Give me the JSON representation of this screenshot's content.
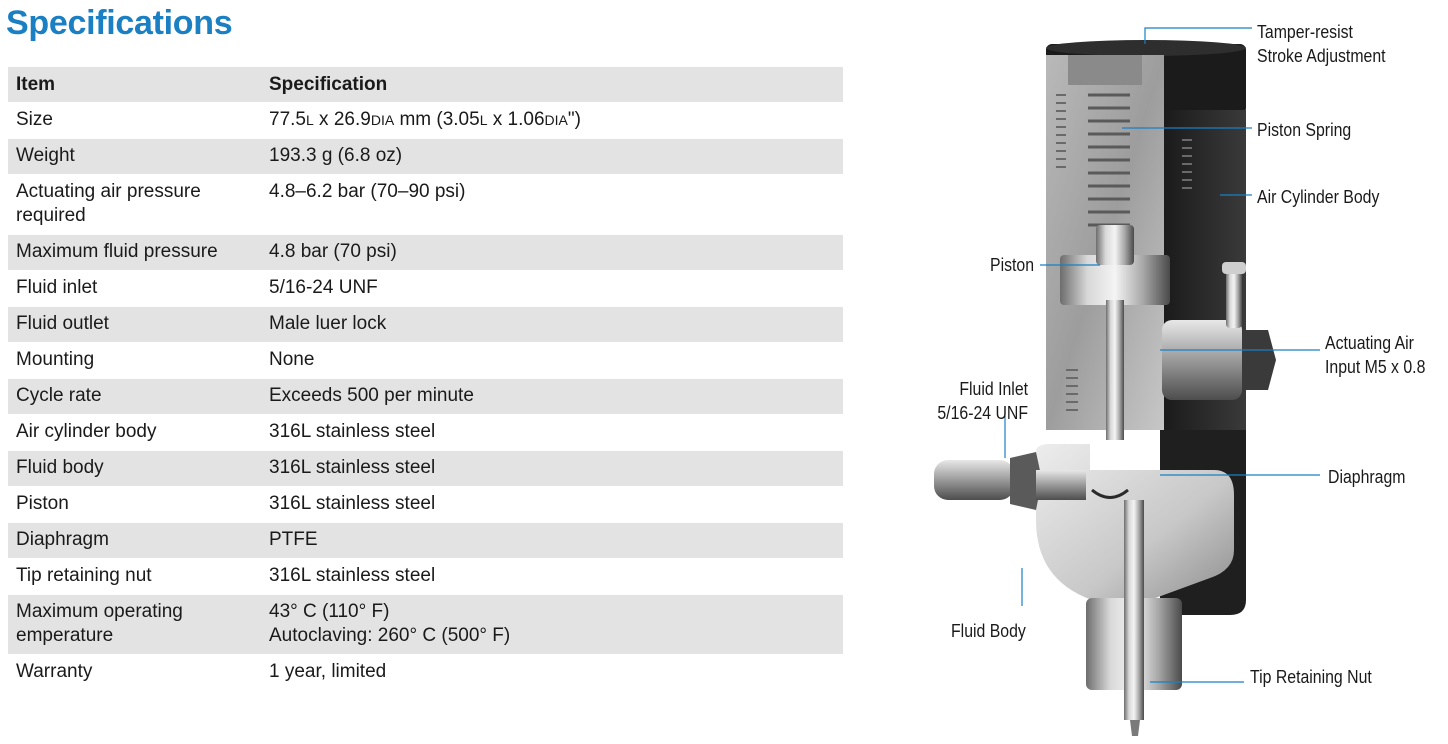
{
  "title": "Specifications",
  "table": {
    "headers": [
      "Item",
      "Specification"
    ],
    "rows": [
      {
        "item": "Size",
        "spec_parts": [
          "77.5",
          "L",
          " x 26.9",
          "DIA",
          " mm (3.05",
          "L",
          " x 1.06",
          "DIA",
          "\")"
        ]
      },
      {
        "item": "Weight",
        "spec": "193.3 g (6.8 oz)"
      },
      {
        "item": "Actuating air pressure required",
        "spec": "4.8–6.2 bar (70–90 psi)"
      },
      {
        "item": "Maximum fluid pressure",
        "spec": "4.8 bar (70 psi)"
      },
      {
        "item": "Fluid inlet",
        "spec": "5/16-24 UNF"
      },
      {
        "item": "Fluid outlet",
        "spec": "Male luer lock"
      },
      {
        "item": "Mounting",
        "spec": "None"
      },
      {
        "item": "Cycle rate",
        "spec": "Exceeds 500 per minute"
      },
      {
        "item": "Air cylinder body",
        "spec": "316L stainless steel"
      },
      {
        "item": "Fluid body",
        "spec": "316L stainless steel"
      },
      {
        "item": "Piston",
        "spec": "316L stainless steel"
      },
      {
        "item": "Diaphragm",
        "spec": "PTFE"
      },
      {
        "item": "Tip retaining nut",
        "spec": "316L stainless steel"
      },
      {
        "item": "Maximum operating emperature",
        "spec_lines": [
          "43° C (110° F)",
          "Autoclaving: 260° C (500° F)"
        ]
      },
      {
        "item": "Warranty",
        "spec": "1 year, limited"
      }
    ]
  },
  "diagram": {
    "callouts": {
      "tamper": "Tamper-resist\nStroke Adjustment",
      "spring": "Piston Spring",
      "air_body": "Air Cylinder Body",
      "piston": "Piston",
      "air_input": "Actuating Air\nInput M5 x 0.8",
      "fluid_inlet": "Fluid Inlet\n5/16-24 UNF",
      "diaphragm": "Diaphragm",
      "fluid_body": "Fluid Body",
      "tip_nut": "Tip Retaining Nut"
    },
    "colors": {
      "leader": "#1a7fc3",
      "title": "#1a7fc3",
      "row_shade": "#e3e3e3"
    }
  }
}
